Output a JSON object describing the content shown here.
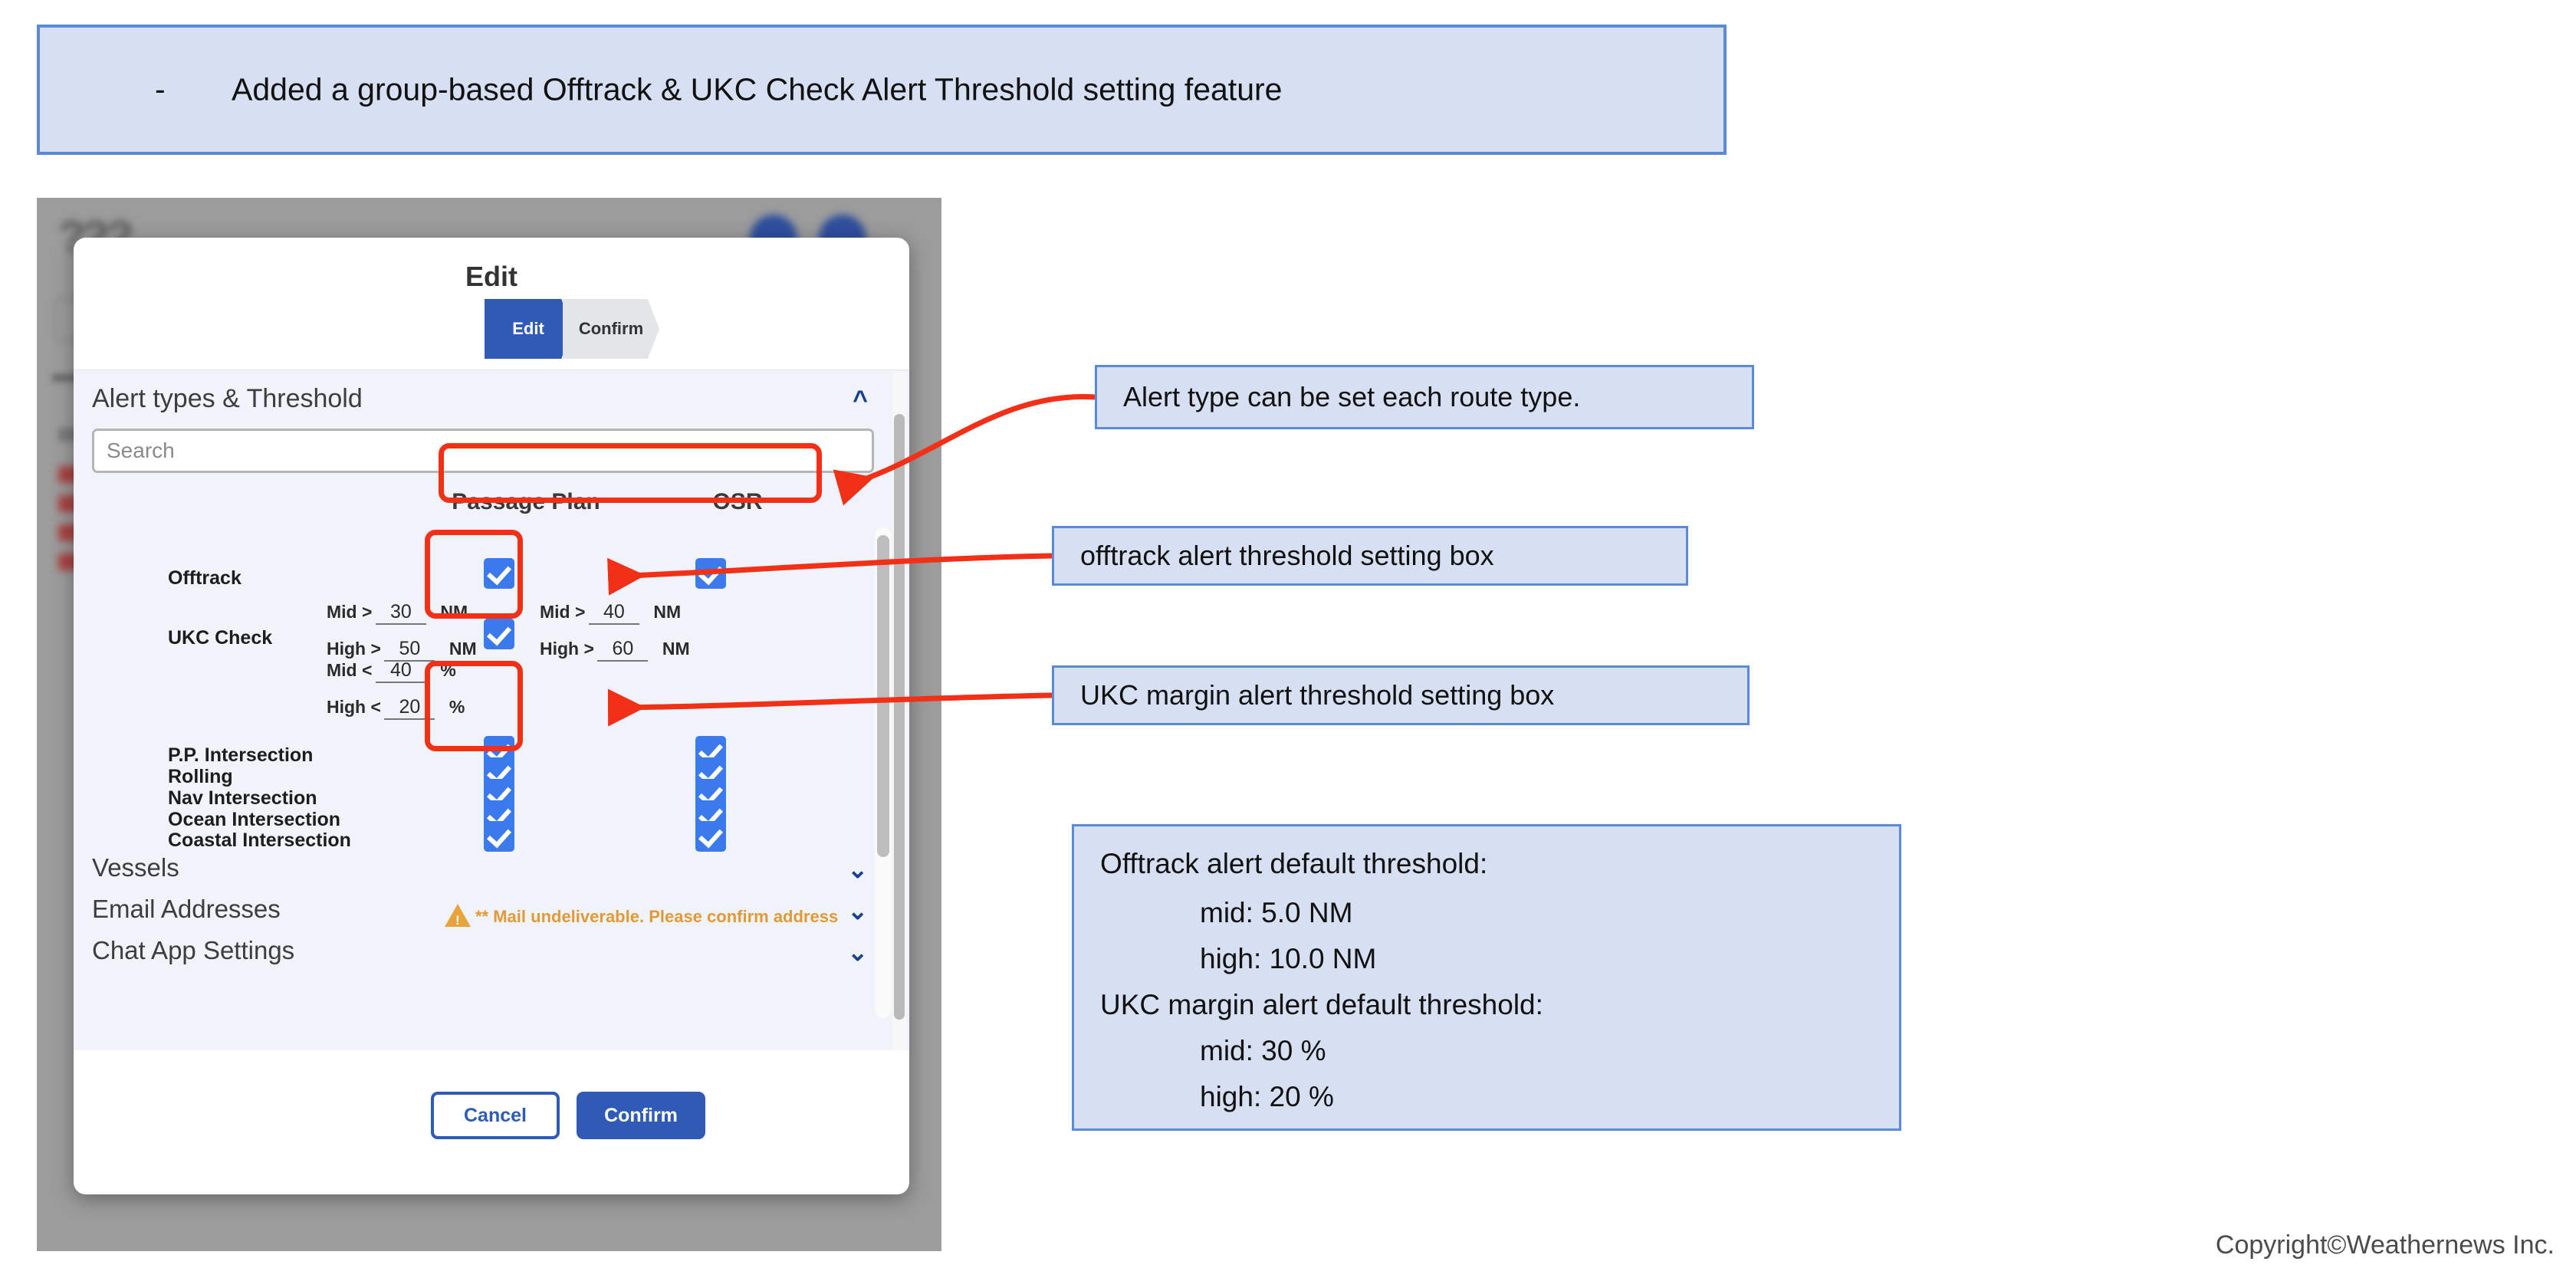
{
  "banner": {
    "bullet": "-",
    "text": "Added a group-based Offtrack & UKC Check Alert Threshold setting feature"
  },
  "dialog": {
    "title": "Edit",
    "steps": [
      {
        "label": "Edit",
        "state": "active"
      },
      {
        "label": "Confirm",
        "state": "inactive"
      }
    ],
    "section": {
      "title": "Alert types & Threshold",
      "chevron": "⌃"
    },
    "search": {
      "placeholder": "Search"
    },
    "columns": [
      "Passage Plan",
      "OSR"
    ],
    "rows": [
      {
        "label": "Offtrack",
        "pp": true,
        "osr": true
      },
      {
        "label": "UKC Check",
        "pp": true,
        "osr": false
      },
      {
        "label": "P.P. Intersection",
        "pp": true,
        "osr": true
      },
      {
        "label": "Rolling",
        "pp": true,
        "osr": true
      },
      {
        "label": "Nav Intersection",
        "pp": true,
        "osr": true
      },
      {
        "label": "Ocean Intersection",
        "pp": true,
        "osr": true
      },
      {
        "label": "Coastal Intersection",
        "pp": true,
        "osr": true
      }
    ],
    "thresholds": {
      "offtrack_pp": {
        "mid_label": "Mid >",
        "mid_value": "30",
        "mid_unit": "NM",
        "high_label": "High >",
        "high_value": "50",
        "high_unit": "NM"
      },
      "offtrack_osr": {
        "mid_label": "Mid >",
        "mid_value": "40",
        "mid_unit": "NM",
        "high_label": "High >",
        "high_value": "60",
        "high_unit": "NM"
      },
      "ukc_pp": {
        "mid_label": "Mid <",
        "mid_value": "40",
        "mid_unit": "%",
        "high_label": "High <",
        "high_value": "20",
        "high_unit": "%"
      }
    },
    "accordions": [
      {
        "label": "Vessels",
        "chevron": "⌄",
        "warning": ""
      },
      {
        "label": "Email Addresses",
        "chevron": "⌄",
        "warning": "** Mail undeliverable. Please confirm address"
      },
      {
        "label": "Chat App Settings",
        "chevron": "⌄",
        "warning": ""
      }
    ],
    "buttons": {
      "cancel": "Cancel",
      "confirm": "Confirm"
    }
  },
  "callouts": [
    {
      "text": "Alert type can be set each route type."
    },
    {
      "text": "offtrack alert threshold setting box"
    },
    {
      "text": "UKC margin alert threshold setting box"
    }
  ],
  "info_box": {
    "lines": [
      "Offtrack alert default threshold:",
      "mid: 5.0 NM",
      "high: 10.0 NM",
      "UKC margin alert default threshold:",
      "mid: 30 %",
      "high: 20 %"
    ]
  },
  "copyright": "Copyright©Weathernews Inc.",
  "colors": {
    "accent_blue": "#2f5bb7",
    "checkbox_blue": "#3b7aec",
    "annotation_red": "#f23018",
    "callout_fill": "#d6e0f2",
    "callout_border": "#5b8ad6",
    "warning_orange": "#e19a37"
  }
}
